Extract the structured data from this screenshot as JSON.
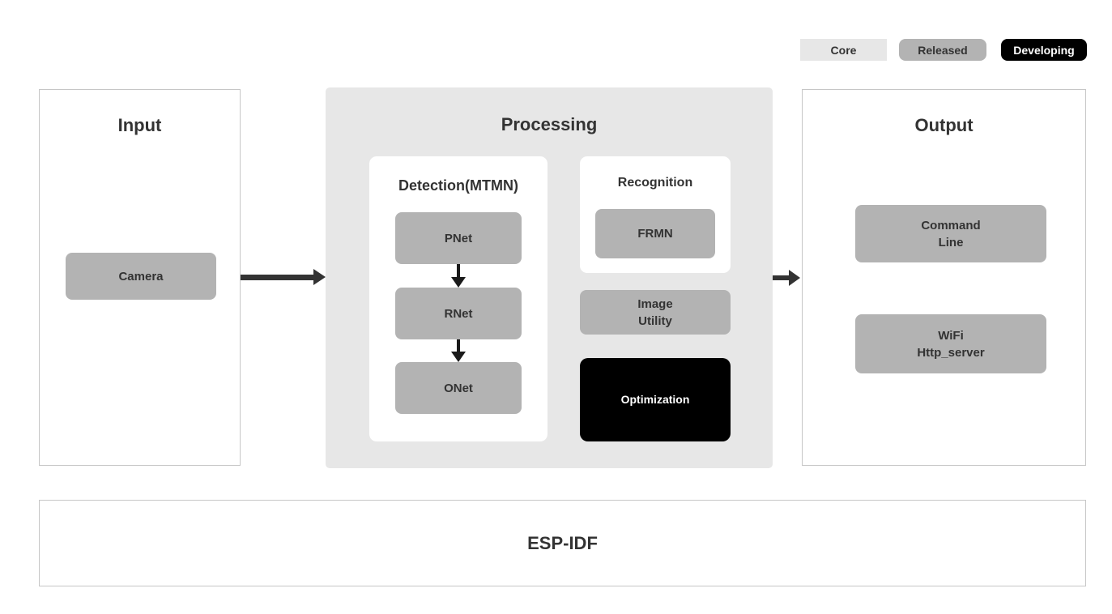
{
  "colors": {
    "core": "#e7e7e7",
    "released": "#b3b3b3",
    "developing": "#000000",
    "text_dark": "#333333",
    "text_light": "#ffffff",
    "panel_border": "#c6c6c6",
    "arrow": "#333333"
  },
  "legend": {
    "items": [
      {
        "label": "Core",
        "color": "#e7e7e7"
      },
      {
        "label": "Released",
        "color": "#b3b3b3"
      },
      {
        "label": "Developing",
        "color": "#000000"
      }
    ]
  },
  "input_panel": {
    "title": "Input",
    "camera_label": "Camera"
  },
  "processing_panel": {
    "title": "Processing",
    "detection": {
      "title": "Detection(MTMN)",
      "nodes": [
        {
          "label": "PNet"
        },
        {
          "label": "RNet"
        },
        {
          "label": "ONet"
        }
      ]
    },
    "recognition": {
      "title": "Recognition",
      "node_label": "FRMN"
    },
    "image_utility": {
      "line1": "Image",
      "line2": "Utility"
    },
    "optimization_label": "Optimization"
  },
  "output_panel": {
    "title": "Output",
    "blocks": [
      {
        "line1": "Command",
        "line2": "Line"
      },
      {
        "line1": "WiFi",
        "line2": "Http_server"
      }
    ]
  },
  "foundation": {
    "title": "ESP-IDF"
  }
}
